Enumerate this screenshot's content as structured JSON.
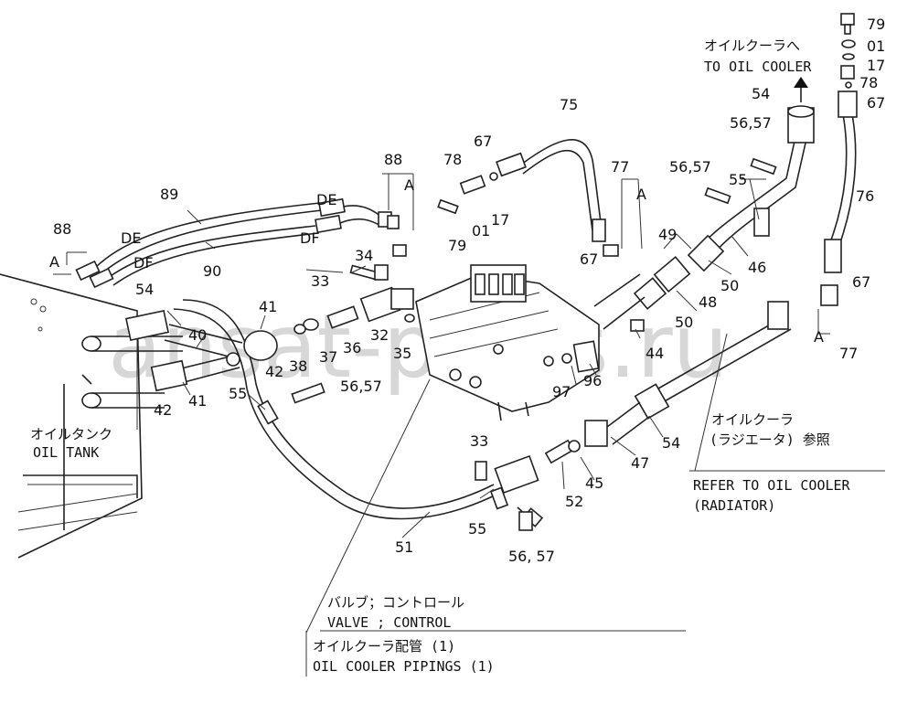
{
  "watermark": "ansat-parts.ru",
  "part_numbers": {
    "p79a": "79",
    "p01a": "01",
    "p17a": "17",
    "p78a": "78",
    "p67a": "67",
    "p54a": "54",
    "p5657a": "56,57",
    "p5657b": "56,57",
    "p55a": "55",
    "p75": "75",
    "p67b": "67",
    "p78b": "78",
    "p17b": "17",
    "p01b": "01",
    "p79b": "79",
    "p77a": "77",
    "pAa": "A",
    "p67c": "67",
    "p49": "49",
    "p50a": "50",
    "p48": "48",
    "p50b": "50",
    "p46": "46",
    "p76": "76",
    "p67d": "67",
    "pAb": "A",
    "p77b": "77",
    "p88a": "88",
    "pAc": "A",
    "p89": "89",
    "pDEa": "DE",
    "pDFa": "DF",
    "pDEb": "DE",
    "pDFb": "DF",
    "p90": "90",
    "p88b": "88",
    "pAd": "A",
    "p54b": "54",
    "p41a": "41",
    "p40": "40",
    "p42a": "42",
    "p42b": "42",
    "p41b": "41",
    "p34": "34",
    "p33a": "33",
    "p32": "32",
    "p36": "36",
    "p38": "38",
    "p37": "37",
    "p35": "35",
    "p5657c": "56,57",
    "p55b": "55",
    "p44": "44",
    "p96": "96",
    "p97": "97",
    "p54c": "54",
    "p47": "47",
    "p45": "45",
    "p52": "52",
    "p33b": "33",
    "p55c": "55",
    "p51": "51",
    "p5657d": "56, 57"
  },
  "captions": {
    "to_cooler_jp": "オイルクーラへ",
    "to_cooler_en": "TO OIL COOLER",
    "oil_tank_jp": "オイルタンク",
    "oil_tank_en": "OIL TANK",
    "radiator_jp": "オイルクーラ",
    "radiator_jp2": "(ラジエータ) 参照",
    "refer_en": "REFER TO OIL COOLER",
    "radiator_en": "(RADIATOR)",
    "valve_jp": "バルブ；コントロール",
    "valve_en": "VALVE ; CONTROL",
    "pipings_jp": "オイルクーラ配管 (1)",
    "pipings_en": "OIL COOLER PIPINGS (1)"
  }
}
